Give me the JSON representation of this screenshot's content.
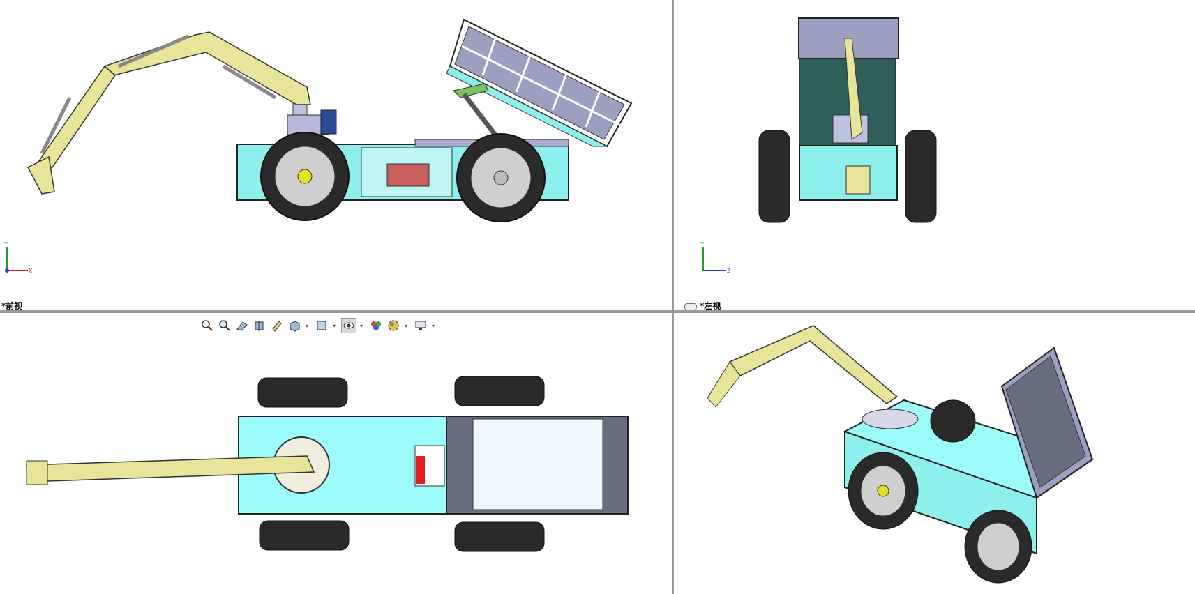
{
  "views": {
    "front": {
      "label": "*前视",
      "axes": {
        "vertical": "Y",
        "horizontal": "X"
      }
    },
    "left": {
      "label": "*左视",
      "axes": {
        "vertical": "Y",
        "horizontal": "Z"
      }
    },
    "top": {
      "label": ""
    },
    "iso": {
      "label": ""
    }
  },
  "toolbar": {
    "items": [
      {
        "name": "zoom-to-fit-icon",
        "dropdown": false
      },
      {
        "name": "zoom-to-area-icon",
        "dropdown": false
      },
      {
        "name": "previous-view-icon",
        "dropdown": false
      },
      {
        "name": "section-view-icon",
        "dropdown": false
      },
      {
        "name": "dynamic-annotation-icon",
        "dropdown": false
      },
      {
        "name": "view-orientation-icon",
        "dropdown": true
      },
      {
        "name": "display-style-icon",
        "dropdown": true
      },
      {
        "name": "hide-show-items-icon",
        "dropdown": true,
        "active": true
      },
      {
        "name": "edit-appearance-icon",
        "dropdown": false
      },
      {
        "name": "apply-scene-icon",
        "dropdown": true
      },
      {
        "name": "view-settings-icon",
        "dropdown": true
      }
    ]
  },
  "colors": {
    "chassis": "#8ef0ec",
    "arm": "#e8e49a",
    "bin": "#9ca0c0",
    "tire": "#2a2a2a",
    "axis_x": "#d62020",
    "axis_y": "#1f9c2a",
    "axis_z": "#2a3ad6"
  }
}
